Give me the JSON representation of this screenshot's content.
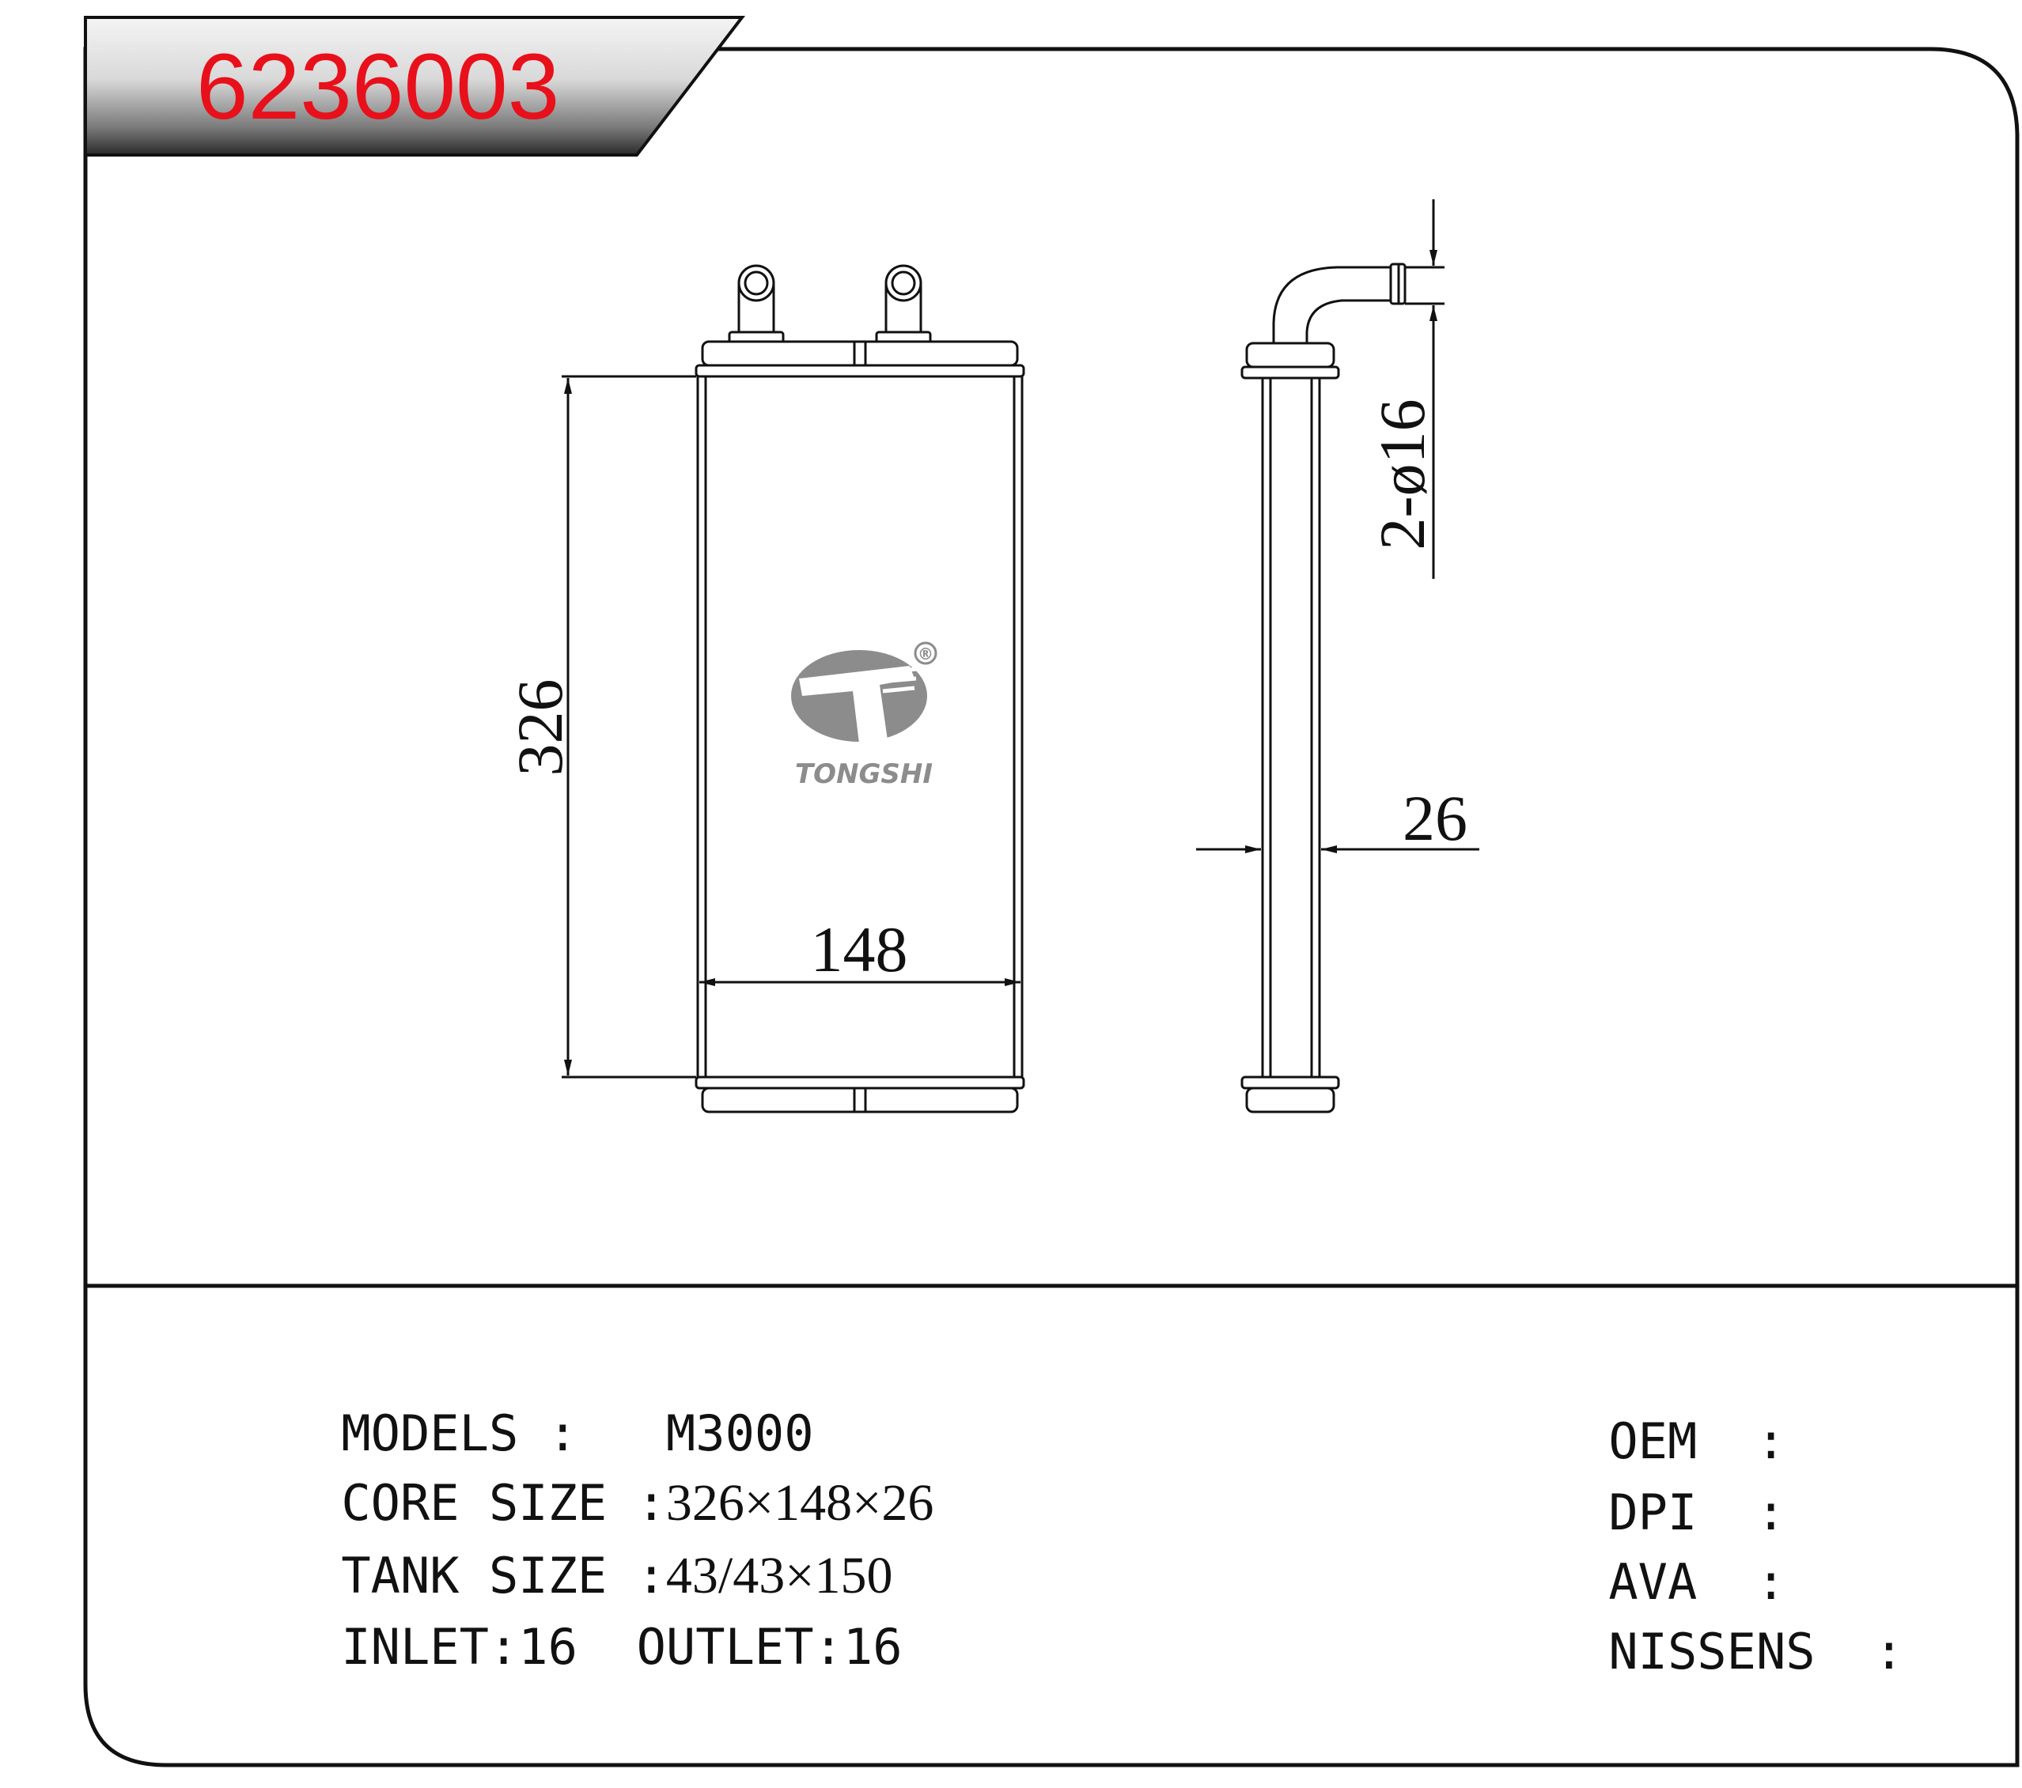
{
  "part_number": "6236003",
  "brand": {
    "name": "TONGSHI",
    "registered_mark": "®"
  },
  "colors": {
    "part_number": "#e8101a",
    "line": "#111111",
    "logo": "#8c8c8c"
  },
  "dimensions": {
    "height": "326",
    "width": "148",
    "thickness": "26",
    "pipe": "2-ø16"
  },
  "specs": {
    "models": {
      "label": "MODELS :",
      "value": "M3000"
    },
    "core_size": {
      "label": "CORE SIZE :",
      "value": "326×148×26"
    },
    "tank_size": {
      "label": "TANK SIZE :",
      "value": "43/43×150"
    },
    "inlet": {
      "label": "INLET:",
      "value": "16"
    },
    "outlet": {
      "label": "OUTLET:",
      "value": "16"
    }
  },
  "references": [
    {
      "label": "OEM",
      "sep": ":",
      "value": ""
    },
    {
      "label": "DPI",
      "sep": ":",
      "value": ""
    },
    {
      "label": "AVA",
      "sep": ":",
      "value": ""
    },
    {
      "label": "NISSENS",
      "sep": ":",
      "value": ""
    }
  ]
}
